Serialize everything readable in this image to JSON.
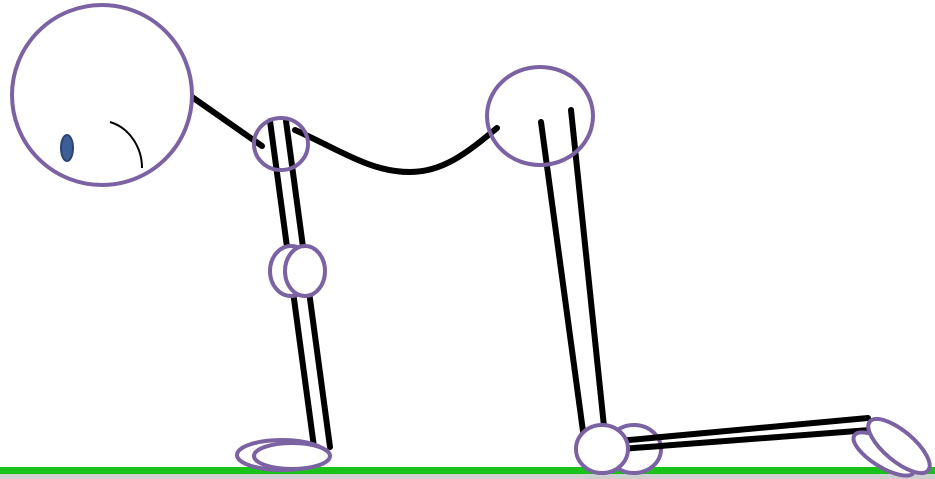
{
  "figure": {
    "description_hidden": "",
    "colors": {
      "background": "#ffffff",
      "limb_stroke": "#000000",
      "joint_outline": "#7b62a3",
      "joint_fill": "#ffffff",
      "eye": "#3c5f97",
      "eye_outline": "#2a4575",
      "ground": "#19c219",
      "ground_shadow": "#cfcfcf"
    },
    "parts": [
      "head",
      "eye",
      "eyebrow",
      "neck",
      "spine",
      "shoulder-joint",
      "hip-joint",
      "front-arm",
      "elbow-joint",
      "hand",
      "thigh",
      "knee-joint",
      "shin",
      "foot",
      "ground-line"
    ]
  }
}
